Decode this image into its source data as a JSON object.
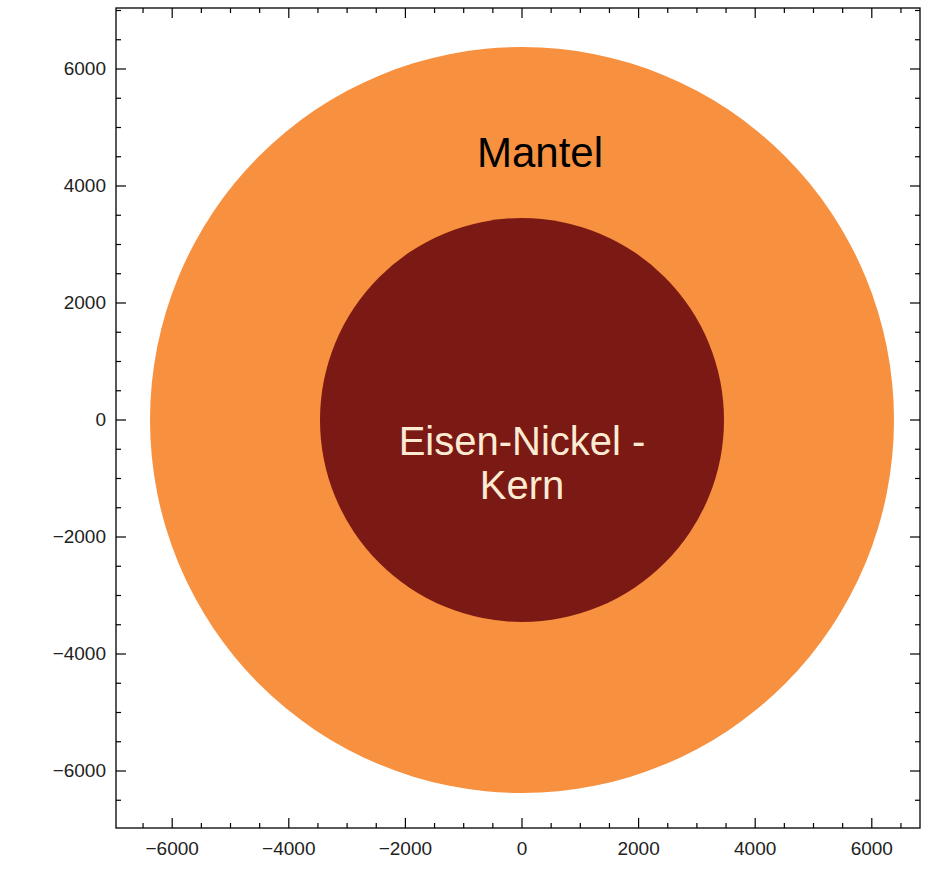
{
  "diagram": {
    "nodes": [
      {
        "text": [
          "Mantel"
        ]
      },
      {
        "text": [
          "Eisen-Nickel -Kern"
        ],
        "in": 0
      }
    ],
    "labels": [
      "6000",
      "4000",
      "2000",
      "0",
      "−2000",
      "−4000",
      "−6000",
      "−6000",
      "−4000",
      "−2000",
      "0",
      "2000",
      "4000",
      "6000"
    ]
  }
}
